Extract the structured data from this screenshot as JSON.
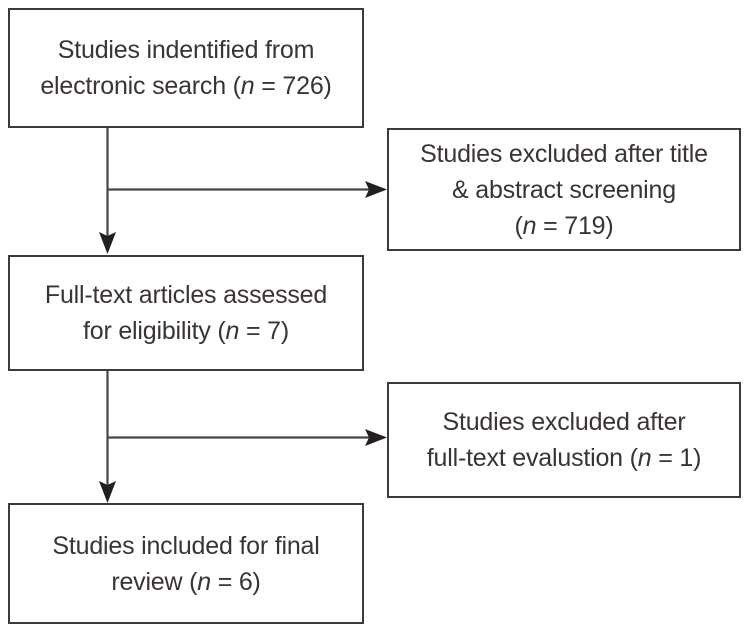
{
  "n_italic": "n",
  "colors": {
    "background": "#ffffff",
    "box-border": "#3e3a39",
    "text": "#3a3432",
    "line": "#4a4442",
    "arrow": "#231f20"
  },
  "boxes": {
    "identified": {
      "line1": "Studies indentified from",
      "line2_pre": "electronic search (",
      "line2_post": " = 726)"
    },
    "excluded_screening": {
      "line1": "Studies excluded after title",
      "line2": "& abstract screening",
      "line3_pre": "(",
      "line3_post": " = 719)"
    },
    "fulltext": {
      "line1": "Full-text articles assessed",
      "line2_pre": "for eligibility (",
      "line2_post": " = 7)"
    },
    "excluded_fulltext": {
      "line1": "Studies excluded after",
      "line2_pre": "full-text evalustion (",
      "line2_post": " = 1)"
    },
    "included": {
      "line1": "Studies included for final",
      "line2_pre": "review (",
      "line2_post": " = 6)"
    }
  }
}
